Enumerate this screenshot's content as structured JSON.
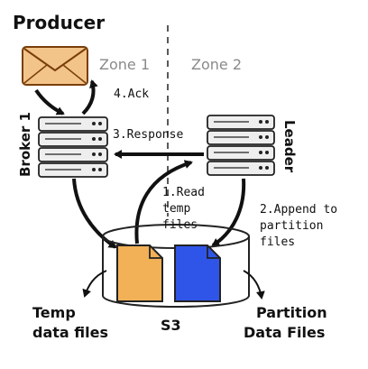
{
  "diagram": {
    "producer_label": "Producer",
    "zone1_label": "Zone 1",
    "zone2_label": "Zone 2",
    "broker_label": "Broker 1",
    "leader_label": "Leader",
    "step_ack": "4.Ack",
    "step_response": "3.Response",
    "step_read": [
      "1.Read",
      "temp",
      "files"
    ],
    "step_append": [
      "2.Append to",
      "partition",
      "files"
    ],
    "temp_files_label": [
      "Temp",
      "data files"
    ],
    "s3_label": "S3",
    "partition_files_label": [
      "Partition",
      "Data Files"
    ]
  },
  "colors": {
    "envelope": "#f2c48a",
    "envelope_stroke": "#7a3e0a",
    "temp_file": "#f2b156",
    "partition_file": "#2f55e8",
    "server_fill": "#eeeeee",
    "ink": "#111111"
  }
}
